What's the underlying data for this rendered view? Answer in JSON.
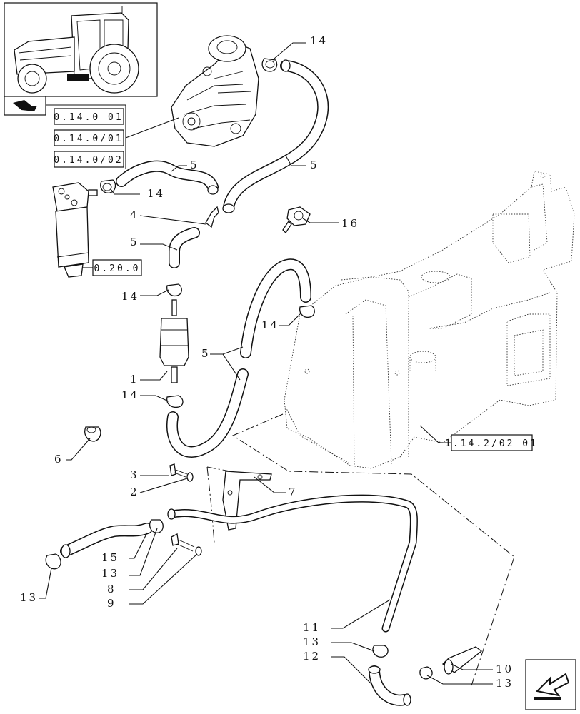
{
  "callouts": {
    "c14_top": "14",
    "c5_right": "5",
    "c5_hose_mid": "5",
    "c14_clamp_left": "14",
    "c4": "4",
    "c16": "16",
    "c5_left": "5",
    "c14_filter_top": "14",
    "c14_right_clamp": "14",
    "c5_lower": "5",
    "c1": "1",
    "c14_filter_bottom": "14",
    "c6": "6",
    "c3": "3",
    "c2": "2",
    "c7": "7",
    "c15": "15",
    "c13_mid": "13",
    "c8": "8",
    "c9": "9",
    "c13_left": "13",
    "c11": "11",
    "c13_bottom": "13",
    "c12": "12",
    "c10": "10",
    "c13_right": "13"
  },
  "references": {
    "ref_pump_1": "0.14.0 01",
    "ref_pump_2": "0.14.0/01",
    "ref_pump_3": "0.14.0/02",
    "ref_filter": "0.20.0",
    "ref_tank": "1.14.2/02 01"
  },
  "icons": {
    "thumbnail": "tractor-thumbnail",
    "section_arrow": "section-arrow-icon",
    "next_page": "next-page-arrow-icon"
  }
}
